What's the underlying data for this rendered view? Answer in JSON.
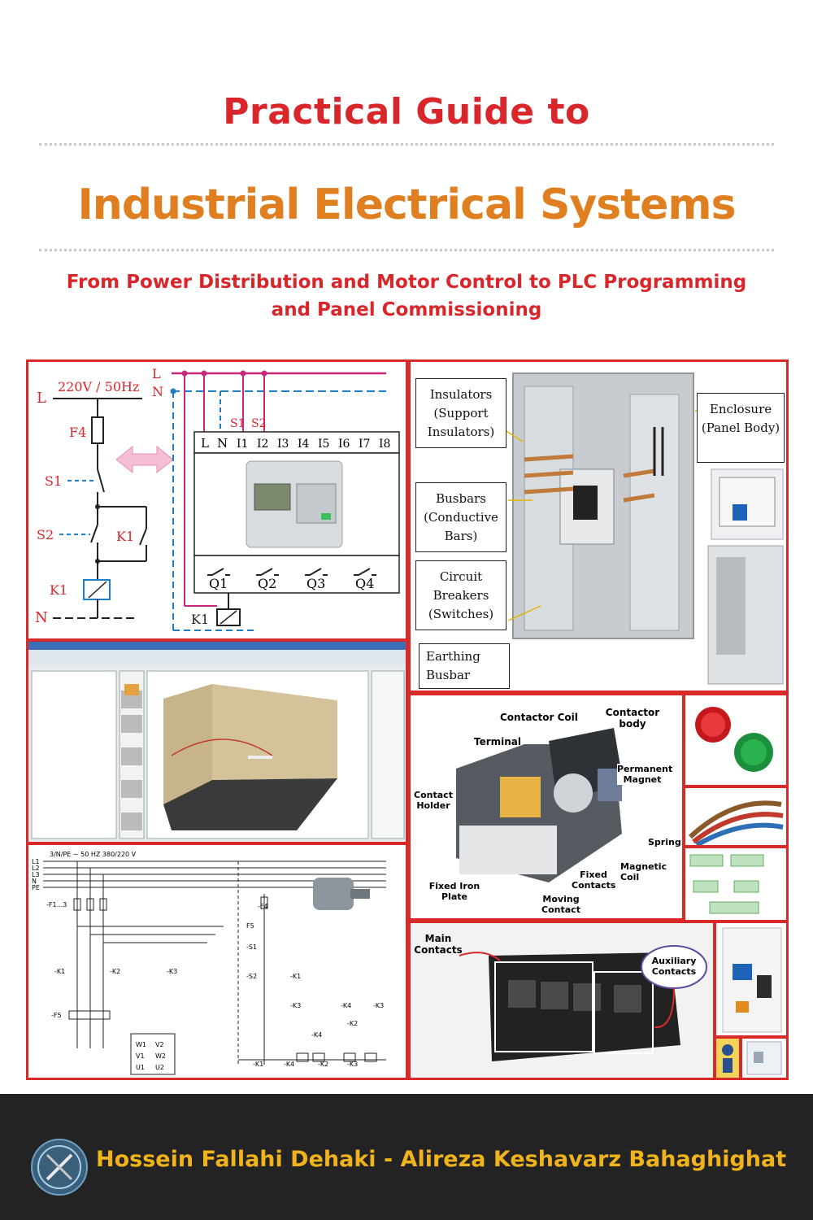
{
  "cover": {
    "title_line1": "Practical Guide to",
    "title_line2": "Industrial Electrical Systems",
    "subtitle_line1": "From Power Distribution and Motor Control to PLC Programming",
    "subtitle_line2": "and Panel Commissioning",
    "authors": "Hossein Fallahi Dehaki  - Alireza Keshavarz Bahaghighat"
  },
  "circuit": {
    "supply": "220V / 50Hz",
    "L": "L",
    "N": "N",
    "F4": "F4",
    "S1": "S1",
    "S2": "S2",
    "K1": "K1",
    "K1b": "K1",
    "K1c": "K1",
    "plcL": "L",
    "plcN": "N",
    "s1top": "S1",
    "s2top": "S2",
    "inputs": [
      "I1",
      "I2",
      "I3",
      "I4",
      "I5",
      "I6",
      "I7",
      "I8"
    ],
    "outputs": [
      "Q1",
      "Q2",
      "Q3",
      "Q4"
    ]
  },
  "panel": {
    "insulators": "Insulators (Support Insulators)",
    "busbars": "Busbars (Conductive Bars)",
    "breakers": "Circuit Breakers (Switches)",
    "earthing": "Earthing Busbar",
    "enclosure": "Enclosure (Panel Body)"
  },
  "contactor": {
    "coil": "Contactor Coil",
    "body": "Contactor body",
    "terminal": "Terminal",
    "magnet": "Permanent Magnet",
    "holder": "Contact Holder",
    "spring": "Spring",
    "magcoil": "Magnetic Coil",
    "fixed": "Fixed Contacts",
    "ironplate": "Fixed Iron Plate",
    "moving": "Moving Contact"
  },
  "contacts_photo": {
    "main": "Main Contacts",
    "aux": "Auxiliary Contacts"
  },
  "motor_diagram": {
    "supply": "3/N/PE ~ 50 HZ 380/220 V",
    "lines": [
      "L1",
      "L2",
      "L3",
      "N",
      "PE"
    ],
    "labels": [
      "-F1...3",
      "-K1",
      "-K2",
      "-K3",
      "-F5",
      "-F4",
      "F5",
      "-S1",
      "-S2",
      "-K1",
      "-K3",
      "-K4",
      "-K2",
      "-K4",
      "-K3",
      "-K1",
      "-K4",
      "-K2",
      "-K3"
    ],
    "terminals": [
      "W1",
      "V2",
      "V1",
      "W2",
      "U1",
      "U2"
    ]
  },
  "colors": {
    "title_red": "#d9262b",
    "title_orange": "#e07f1f",
    "frame_red": "#d92a2a",
    "author_gold": "#f0b31c",
    "footer_bg": "#232323"
  }
}
